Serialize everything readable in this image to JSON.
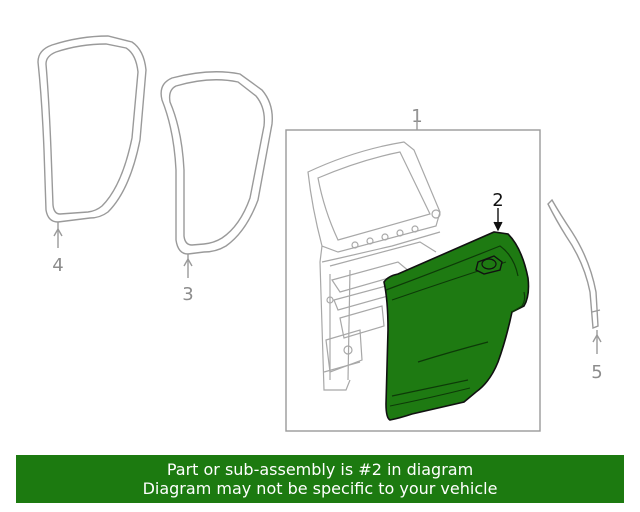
{
  "callouts": {
    "one": "1",
    "two": "2",
    "three": "3",
    "four": "4",
    "five": "5"
  },
  "banner": {
    "line1": "Part or sub-assembly is #2 in diagram",
    "line2": "Diagram may not be specific to your vehicle"
  },
  "colors": {
    "highlight": "#1e7a12",
    "banner": "#1c7a10",
    "line": "#9a9a9a",
    "outline": "#111111"
  },
  "highlighted_part": "2"
}
